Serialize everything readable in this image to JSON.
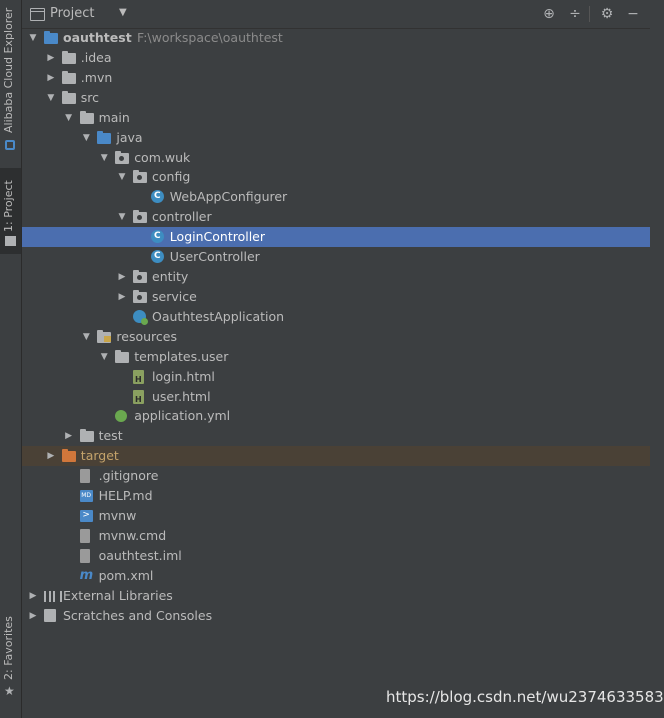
{
  "sidebar": {
    "cloud_explorer_label": "Alibaba Cloud Explorer",
    "project_tab_label": "1: Project",
    "favorites_label": "2: Favorites"
  },
  "header": {
    "title": "Project",
    "caret": "▼",
    "buttons": [
      "locate-icon",
      "collapse-icon",
      "gear-icon",
      "minimize-icon"
    ]
  },
  "tree": [
    {
      "label": "oauthtest",
      "path": "F:\\workspace\\oauthtest",
      "icon": "module-folder-icon",
      "depth": 0,
      "expanded": true
    },
    {
      "label": ".idea",
      "icon": "folder-icon",
      "depth": 1,
      "expanded": false
    },
    {
      "label": ".mvn",
      "icon": "folder-icon",
      "depth": 1,
      "expanded": false
    },
    {
      "label": "src",
      "icon": "folder-icon",
      "depth": 1,
      "expanded": true
    },
    {
      "label": "main",
      "icon": "folder-icon",
      "depth": 2,
      "expanded": true
    },
    {
      "label": "java",
      "icon": "source-folder-icon",
      "depth": 3,
      "expanded": true
    },
    {
      "label": "com.wuk",
      "icon": "package-icon",
      "depth": 4,
      "expanded": true
    },
    {
      "label": "config",
      "icon": "package-icon",
      "depth": 5,
      "expanded": true
    },
    {
      "label": "WebAppConfigurer",
      "icon": "class-icon",
      "depth": 6
    },
    {
      "label": "controller",
      "icon": "package-icon",
      "depth": 5,
      "expanded": true
    },
    {
      "label": "LoginController",
      "icon": "class-icon",
      "depth": 6,
      "selected": true
    },
    {
      "label": "UserController",
      "icon": "class-icon",
      "depth": 6
    },
    {
      "label": "entity",
      "icon": "package-icon",
      "depth": 5,
      "expanded": false
    },
    {
      "label": "service",
      "icon": "package-icon",
      "depth": 5,
      "expanded": false
    },
    {
      "label": "OauthtestApplication",
      "icon": "spring-boot-class-icon",
      "depth": 5
    },
    {
      "label": "resources",
      "icon": "resources-folder-icon",
      "depth": 3,
      "expanded": true
    },
    {
      "label": "templates.user",
      "icon": "folder-icon",
      "depth": 4,
      "expanded": true
    },
    {
      "label": "login.html",
      "icon": "html-file-icon",
      "depth": 5
    },
    {
      "label": "user.html",
      "icon": "html-file-icon",
      "depth": 5
    },
    {
      "label": "application.yml",
      "icon": "yaml-file-icon",
      "depth": 4
    },
    {
      "label": "test",
      "icon": "folder-icon",
      "depth": 2,
      "expanded": false
    },
    {
      "label": "target",
      "icon": "excluded-folder-icon",
      "depth": 1,
      "expanded": false,
      "excluded": true
    },
    {
      "label": ".gitignore",
      "icon": "text-file-icon",
      "depth": 2
    },
    {
      "label": "HELP.md",
      "icon": "markdown-file-icon",
      "depth": 2
    },
    {
      "label": "mvnw",
      "icon": "shell-script-icon",
      "depth": 2
    },
    {
      "label": "mvnw.cmd",
      "icon": "text-file-icon",
      "depth": 2
    },
    {
      "label": "oauthtest.iml",
      "icon": "text-file-icon",
      "depth": 2
    },
    {
      "label": "pom.xml",
      "icon": "maven-icon",
      "depth": 2
    },
    {
      "label": "External Libraries",
      "icon": "libraries-icon",
      "depth": 0,
      "expanded": false
    },
    {
      "label": "Scratches and Consoles",
      "icon": "scratches-icon",
      "depth": 0,
      "expanded": false
    }
  ],
  "watermark": "https://blog.csdn.net/wu2374633583"
}
